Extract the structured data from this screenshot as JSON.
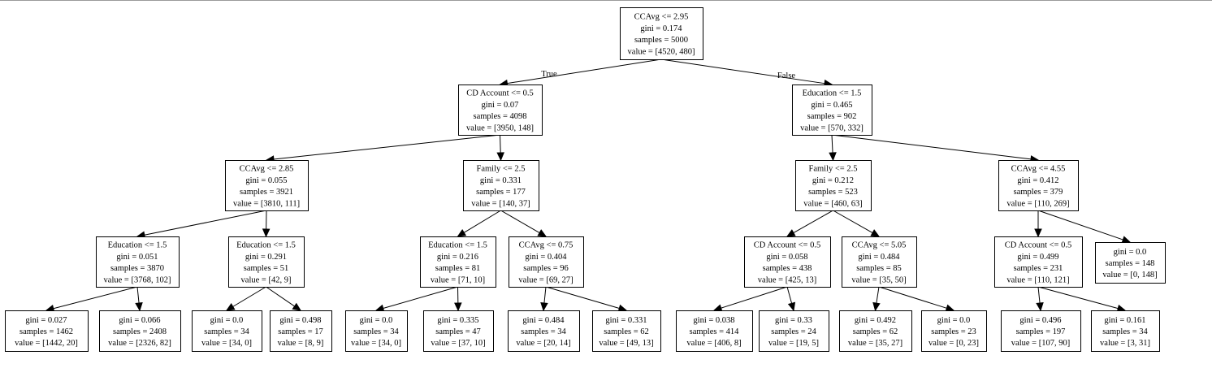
{
  "tree": {
    "nodes": [
      {
        "id": "n0",
        "lines": [
          "CCAvg <= 2.95",
          "gini = 0.174",
          "samples = 5000",
          "value = [4520, 480]"
        ]
      },
      {
        "id": "n1",
        "lines": [
          "CD Account <= 0.5",
          "gini = 0.07",
          "samples = 4098",
          "value = [3950, 148]"
        ]
      },
      {
        "id": "n2",
        "lines": [
          "Education <= 1.5",
          "gini = 0.465",
          "samples = 902",
          "value = [570, 332]"
        ]
      },
      {
        "id": "n3",
        "lines": [
          "CCAvg <= 2.85",
          "gini = 0.055",
          "samples = 3921",
          "value = [3810, 111]"
        ]
      },
      {
        "id": "n4",
        "lines": [
          "Family <= 2.5",
          "gini = 0.331",
          "samples = 177",
          "value = [140, 37]"
        ]
      },
      {
        "id": "n5",
        "lines": [
          "Family <= 2.5",
          "gini = 0.212",
          "samples = 523",
          "value = [460, 63]"
        ]
      },
      {
        "id": "n6",
        "lines": [
          "CCAvg <= 4.55",
          "gini = 0.412",
          "samples = 379",
          "value = [110, 269]"
        ]
      },
      {
        "id": "n7",
        "lines": [
          "Education <= 1.5",
          "gini = 0.051",
          "samples = 3870",
          "value = [3768, 102]"
        ]
      },
      {
        "id": "n8",
        "lines": [
          "Education <= 1.5",
          "gini = 0.291",
          "samples = 51",
          "value = [42, 9]"
        ]
      },
      {
        "id": "n9",
        "lines": [
          "Education <= 1.5",
          "gini = 0.216",
          "samples = 81",
          "value = [71, 10]"
        ]
      },
      {
        "id": "n10",
        "lines": [
          "CCAvg <= 0.75",
          "gini = 0.404",
          "samples = 96",
          "value = [69, 27]"
        ]
      },
      {
        "id": "n11",
        "lines": [
          "CD Account <= 0.5",
          "gini = 0.058",
          "samples = 438",
          "value = [425, 13]"
        ]
      },
      {
        "id": "n12",
        "lines": [
          "CCAvg <= 5.05",
          "gini = 0.484",
          "samples = 85",
          "value = [35, 50]"
        ]
      },
      {
        "id": "n13",
        "lines": [
          "CD Account <= 0.5",
          "gini = 0.499",
          "samples = 231",
          "value = [110, 121]"
        ]
      },
      {
        "id": "n14",
        "lines": [
          "gini = 0.0",
          "samples = 148",
          "value = [0, 148]"
        ]
      },
      {
        "id": "n15",
        "lines": [
          "gini = 0.027",
          "samples = 1462",
          "value = [1442, 20]"
        ]
      },
      {
        "id": "n16",
        "lines": [
          "gini = 0.066",
          "samples = 2408",
          "value = [2326, 82]"
        ]
      },
      {
        "id": "n17",
        "lines": [
          "gini = 0.0",
          "samples = 34",
          "value = [34, 0]"
        ]
      },
      {
        "id": "n18",
        "lines": [
          "gini = 0.498",
          "samples = 17",
          "value = [8, 9]"
        ]
      },
      {
        "id": "n19",
        "lines": [
          "gini = 0.0",
          "samples = 34",
          "value = [34, 0]"
        ]
      },
      {
        "id": "n20",
        "lines": [
          "gini = 0.335",
          "samples = 47",
          "value = [37, 10]"
        ]
      },
      {
        "id": "n21",
        "lines": [
          "gini = 0.484",
          "samples = 34",
          "value = [20, 14]"
        ]
      },
      {
        "id": "n22",
        "lines": [
          "gini = 0.331",
          "samples = 62",
          "value = [49, 13]"
        ]
      },
      {
        "id": "n23",
        "lines": [
          "gini = 0.038",
          "samples = 414",
          "value = [406, 8]"
        ]
      },
      {
        "id": "n24",
        "lines": [
          "gini = 0.33",
          "samples = 24",
          "value = [19, 5]"
        ]
      },
      {
        "id": "n25",
        "lines": [
          "gini = 0.492",
          "samples = 62",
          "value = [35, 27]"
        ]
      },
      {
        "id": "n26",
        "lines": [
          "gini = 0.0",
          "samples = 23",
          "value = [0, 23]"
        ]
      },
      {
        "id": "n27",
        "lines": [
          "gini = 0.496",
          "samples = 197",
          "value = [107, 90]"
        ]
      },
      {
        "id": "n28",
        "lines": [
          "gini = 0.161",
          "samples = 34",
          "value = [3, 31]"
        ]
      }
    ],
    "edges": [
      {
        "from": "n0",
        "to": "n1",
        "label": "True"
      },
      {
        "from": "n0",
        "to": "n2",
        "label": "False"
      },
      {
        "from": "n1",
        "to": "n3"
      },
      {
        "from": "n1",
        "to": "n4"
      },
      {
        "from": "n2",
        "to": "n5"
      },
      {
        "from": "n2",
        "to": "n6"
      },
      {
        "from": "n3",
        "to": "n7"
      },
      {
        "from": "n3",
        "to": "n8"
      },
      {
        "from": "n4",
        "to": "n9"
      },
      {
        "from": "n4",
        "to": "n10"
      },
      {
        "from": "n5",
        "to": "n11"
      },
      {
        "from": "n5",
        "to": "n12"
      },
      {
        "from": "n6",
        "to": "n13"
      },
      {
        "from": "n6",
        "to": "n14"
      },
      {
        "from": "n7",
        "to": "n15"
      },
      {
        "from": "n7",
        "to": "n16"
      },
      {
        "from": "n8",
        "to": "n17"
      },
      {
        "from": "n8",
        "to": "n18"
      },
      {
        "from": "n9",
        "to": "n19"
      },
      {
        "from": "n9",
        "to": "n20"
      },
      {
        "from": "n10",
        "to": "n21"
      },
      {
        "from": "n10",
        "to": "n22"
      },
      {
        "from": "n11",
        "to": "n23"
      },
      {
        "from": "n11",
        "to": "n24"
      },
      {
        "from": "n12",
        "to": "n25"
      },
      {
        "from": "n12",
        "to": "n26"
      },
      {
        "from": "n13",
        "to": "n27"
      },
      {
        "from": "n13",
        "to": "n28"
      }
    ]
  }
}
